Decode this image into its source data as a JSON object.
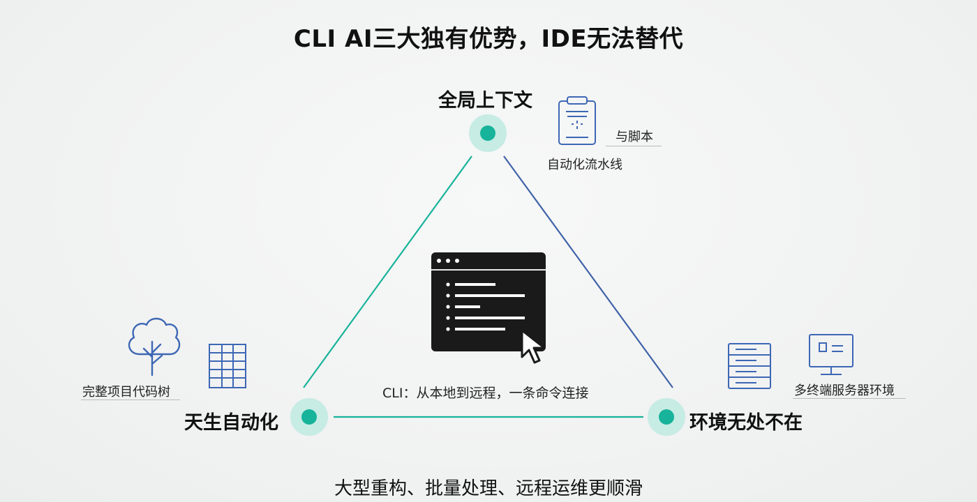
{
  "title": "CLI AI三大独有优势，IDE无法替代",
  "vertices": {
    "top": {
      "label": "全局上下文"
    },
    "left": {
      "label": "天生自动化"
    },
    "right": {
      "label": "环境无处不在"
    }
  },
  "annotations": {
    "script": "与脚本",
    "pipeline": "自动化流水线",
    "code_tree": "完整项目代码树",
    "servers": "多终端服务器环境",
    "center_caption": "CLI：从本地到远程，一条命令连接"
  },
  "footer": "大型重构、批量处理、远程运维更顺滑",
  "colors": {
    "teal": "#17b39a",
    "teal_halo": "#bfe9e0",
    "blue_line": "#3f63a8",
    "icon_blue": "#3d67b4",
    "terminal_bg": "#1a1a1a"
  },
  "icons": [
    "clipboard-icon",
    "tree-icon",
    "table-icon",
    "terminal-icon",
    "cursor-icon",
    "server-rack-icon",
    "monitor-icon"
  ]
}
